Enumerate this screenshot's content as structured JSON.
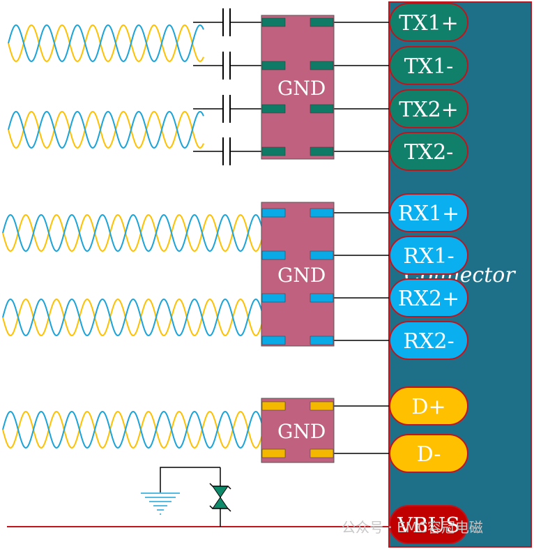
{
  "connector": {
    "label": "Connector",
    "colors": {
      "body": "#1e7088",
      "border": "#c0141c"
    }
  },
  "chips": [
    {
      "label": "GND",
      "pad_color": "#0f7a65"
    },
    {
      "label": "GND",
      "pad_color": "#0aaae6"
    },
    {
      "label": "GND",
      "pad_color": "#f5b800"
    }
  ],
  "pins": [
    {
      "label": "TX1+",
      "group": "tx"
    },
    {
      "label": "TX1-",
      "group": "tx"
    },
    {
      "label": "TX2+",
      "group": "tx"
    },
    {
      "label": "TX2-",
      "group": "tx"
    },
    {
      "label": "RX1+",
      "group": "rx"
    },
    {
      "label": "RX1-",
      "group": "rx"
    },
    {
      "label": "RX2+",
      "group": "rx"
    },
    {
      "label": "RX2-",
      "group": "rx"
    },
    {
      "label": "D+",
      "group": "usb2"
    },
    {
      "label": "D-",
      "group": "usb2"
    },
    {
      "label": "VBUS",
      "group": "power"
    }
  ],
  "pin_colors": {
    "tx": {
      "fill": "#10806a",
      "text": "#ffffff"
    },
    "rx": {
      "fill": "#0aaff0",
      "text": "#ffffff"
    },
    "usb2": {
      "fill": "#ffc000",
      "text": "#ffffff"
    },
    "power": {
      "fill": "#c00000",
      "text": "#ffffff"
    }
  },
  "colors": {
    "chip_body": "#c0627f",
    "twisted_pair_a": "#ffc000",
    "twisted_pair_b": "#1aa3d9",
    "wire": "#000000",
    "vbus_line": "#c0141c",
    "tvs": "#0f8a6a",
    "ground": "#1aa3d9"
  },
  "watermark": "公众号 · EMC容冠电磁"
}
